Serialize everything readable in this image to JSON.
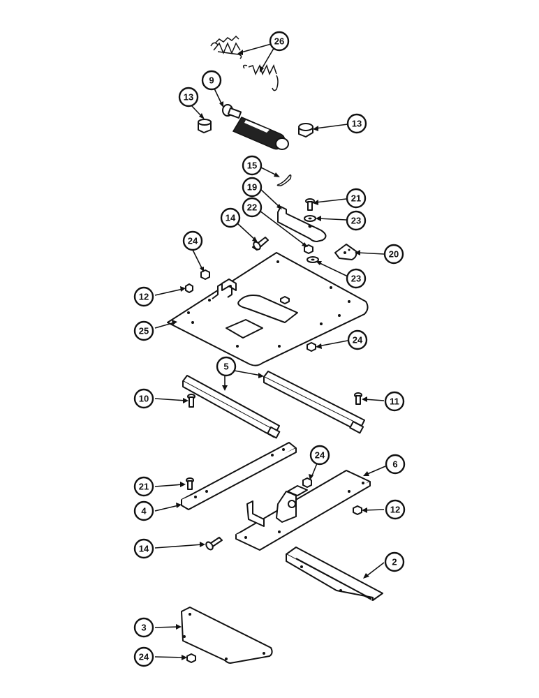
{
  "callouts": {
    "c26": "26",
    "c9": "9",
    "c13a": "13",
    "c13b": "13",
    "c15": "15",
    "c19": "19",
    "c21a": "21",
    "c22": "22",
    "c14a": "14",
    "c23a": "23",
    "c24a": "24",
    "c20": "20",
    "c23b": "23",
    "c12a": "12",
    "c25": "25",
    "c24b": "24",
    "c5": "5",
    "c10": "10",
    "c11": "11",
    "c24c": "24",
    "c6": "6",
    "c21b": "21",
    "c4": "4",
    "c12b": "12",
    "c14b": "14",
    "c2": "2",
    "c3": "3",
    "c24d": "24"
  }
}
